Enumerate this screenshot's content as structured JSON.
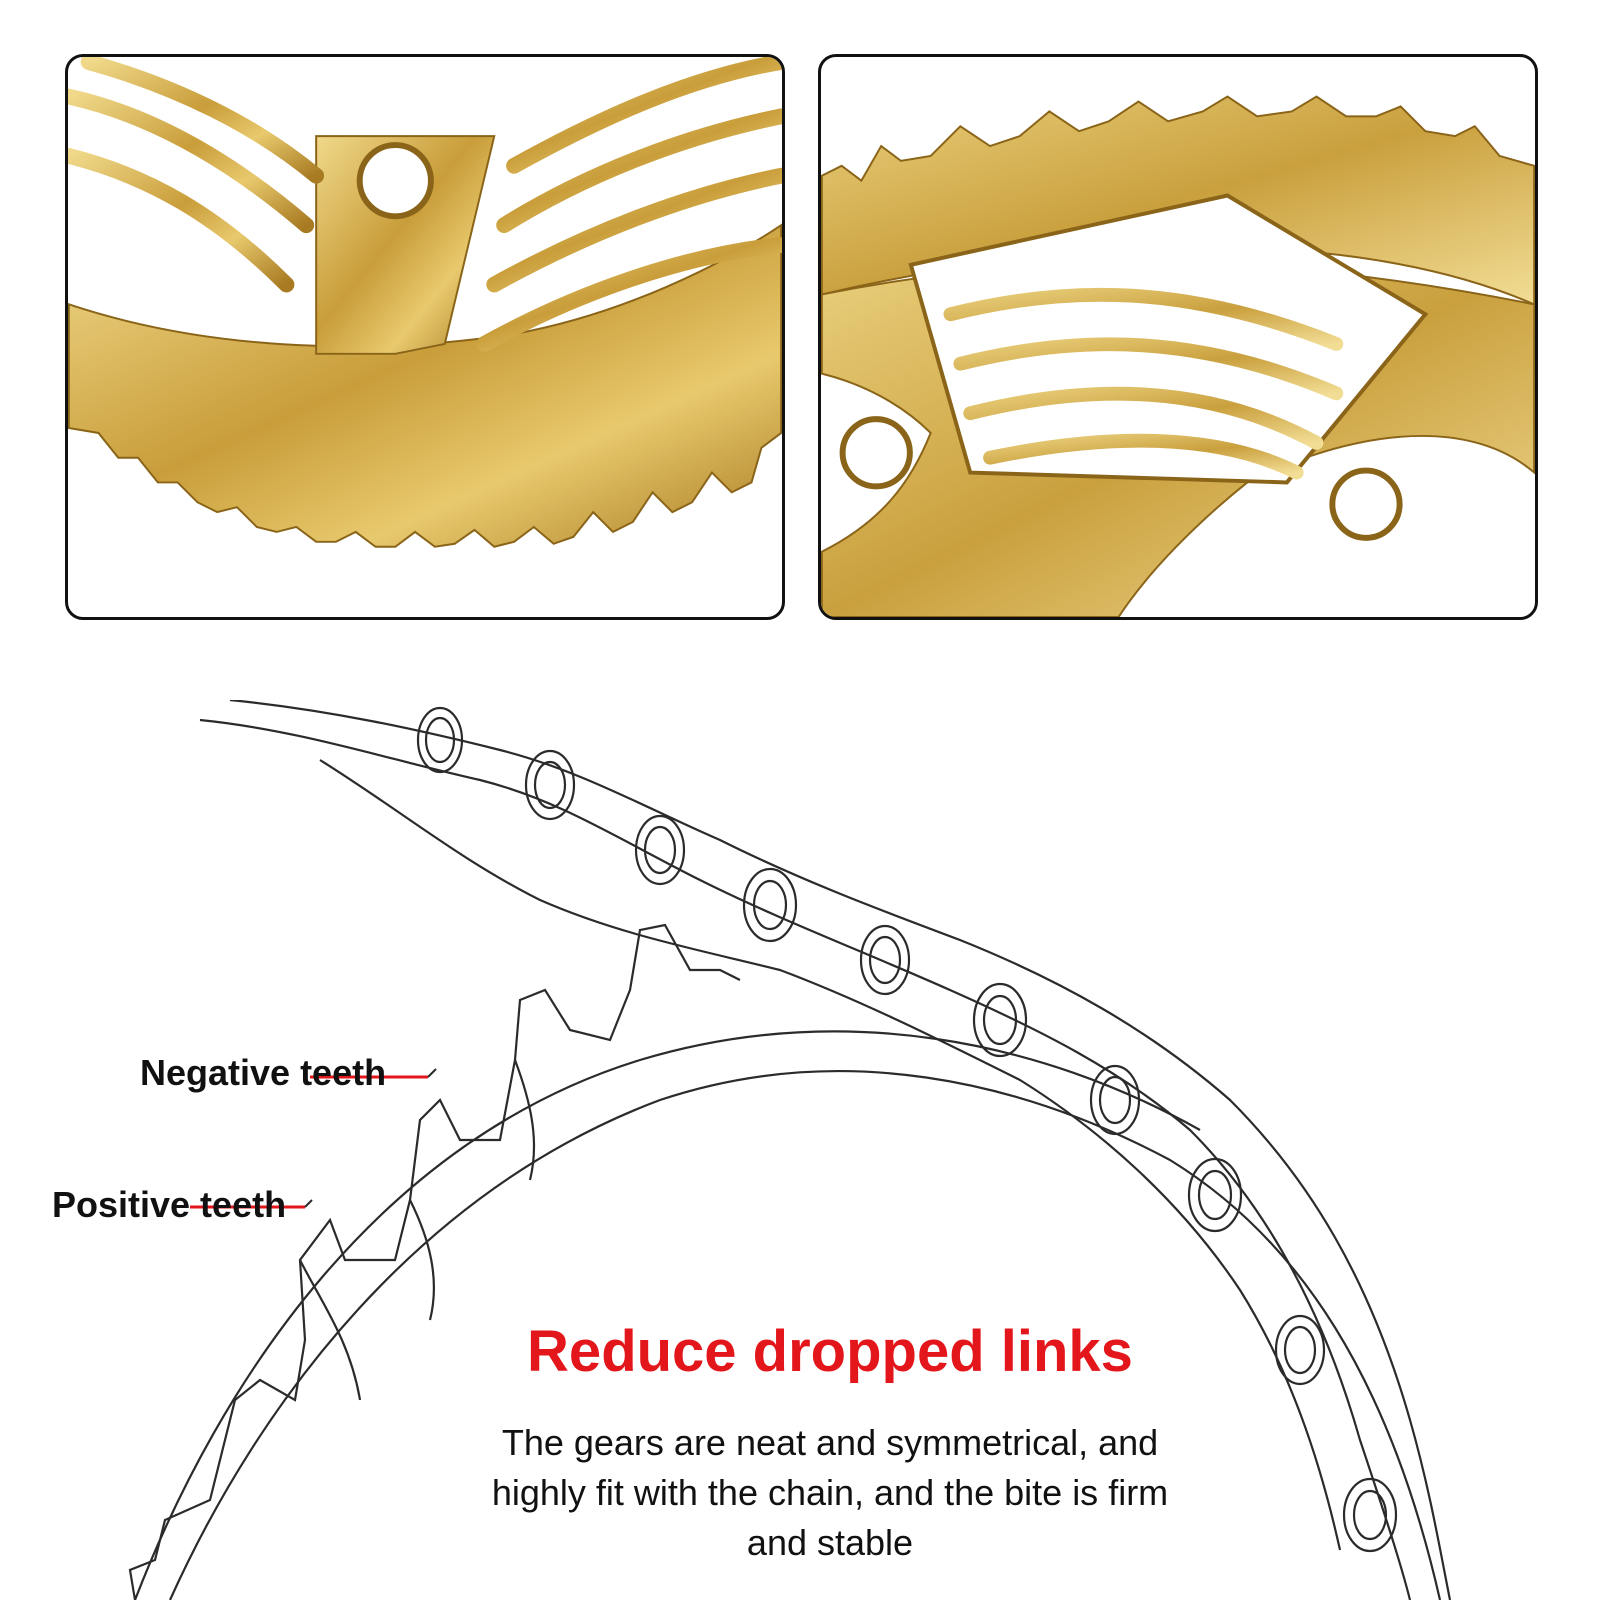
{
  "labels": {
    "negative": "Negative teeth",
    "positive": "Positive teeth"
  },
  "headline": "Reduce dropped links",
  "description": "The gears are neat and symmetrical, and highly fit with the chain, and the bite is firm and stable",
  "colors": {
    "headline": "#e3161b",
    "callout_line": "#e3161b",
    "gold": "#d9b24e",
    "outline": "#2b2b2b"
  }
}
